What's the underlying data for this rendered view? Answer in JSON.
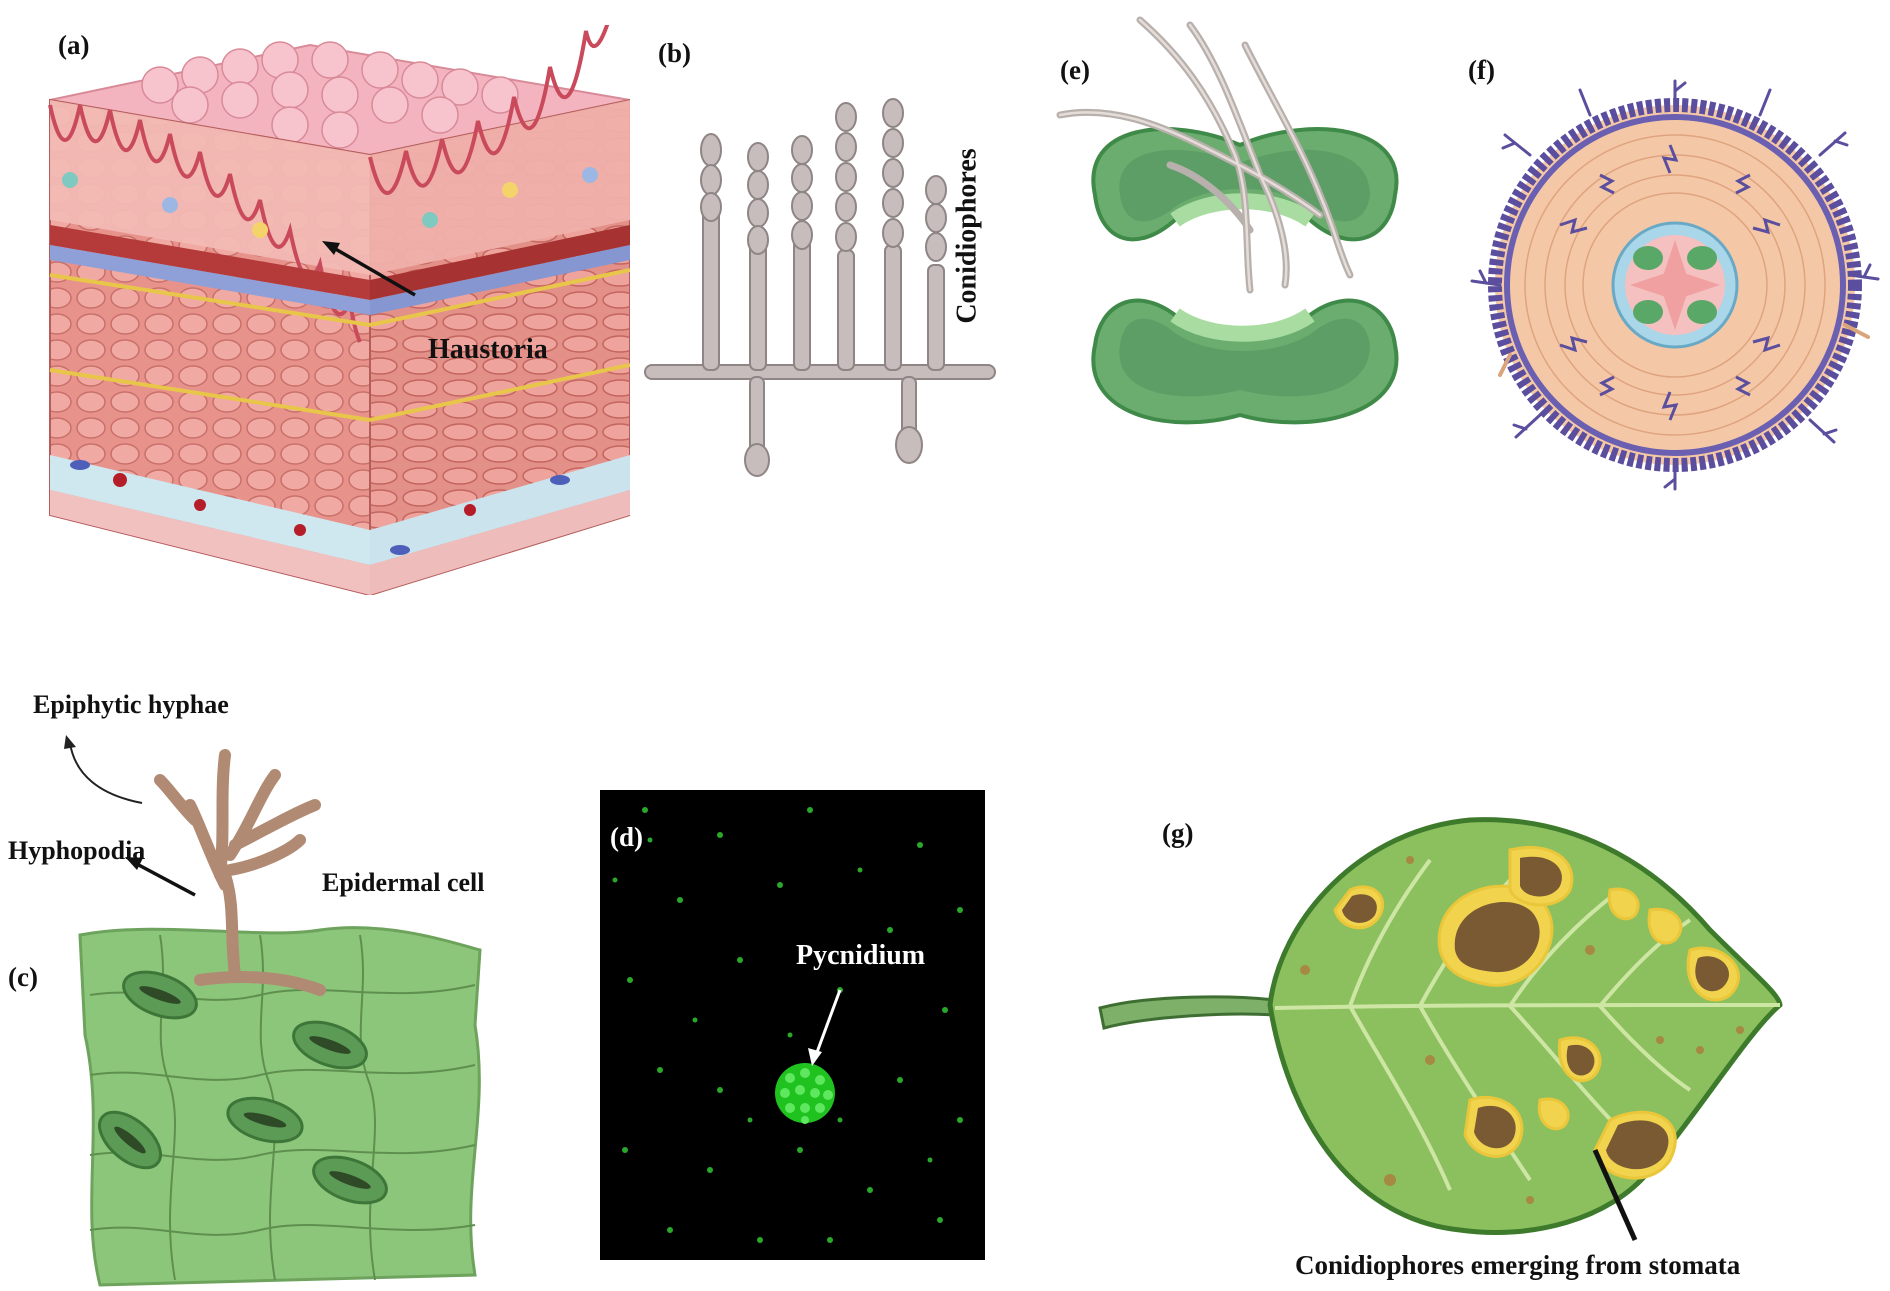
{
  "panels": {
    "a": {
      "label": "(a)",
      "annotations": {
        "haustoria": "Haustoria"
      }
    },
    "b": {
      "label": "(b)",
      "annotations": {
        "conidiophores": "Conidiophores"
      }
    },
    "c": {
      "label": "(c)",
      "annotations": {
        "epiphytic_hyphae": "Epiphytic hyphae",
        "hyphopodia": "Hyphopodia",
        "epidermal_cell": "Epidermal cell"
      }
    },
    "d": {
      "label": "(d)",
      "annotations": {
        "pycnidium": "Pycnidium"
      }
    },
    "e": {
      "label": "(e)"
    },
    "f": {
      "label": "(f)"
    },
    "g": {
      "label": "(g)",
      "annotations": {
        "conidiophores_stomata": "Conidiophores emerging from stomata"
      }
    }
  },
  "colors": {
    "tissue_pink": "#e9a3a1",
    "leaf_green": "#7fb069",
    "guard_cell_green": "#5aa867",
    "hyphae_grey": "#bfb3b3",
    "hyphae_brown": "#b08a74",
    "pycnidium_green": "#22cc22",
    "mycelium_purple": "#5b4e9e",
    "lesion_brown": "#7a5a32",
    "lesion_yellow": "#f2d34e"
  }
}
